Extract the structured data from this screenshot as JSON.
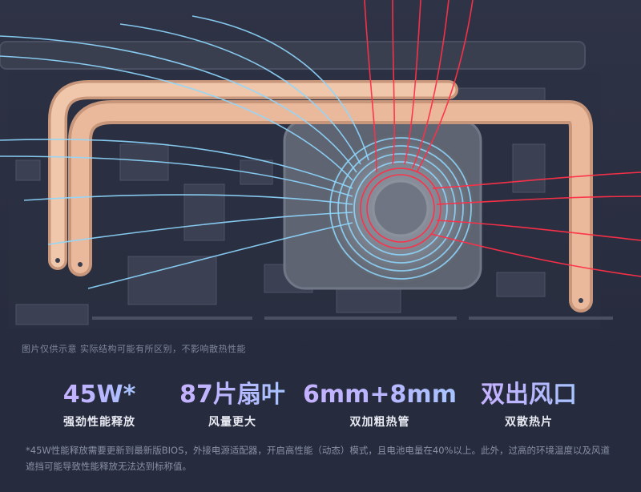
{
  "caption": "图片仅供示意 实际结构可能有所区别，不影响散热性能",
  "features": [
    {
      "value": "45W*",
      "label": "强劲性能释放"
    },
    {
      "value": "87片扇叶",
      "label": "风量更大"
    },
    {
      "value": "6mm+8mm",
      "label": "双加粗热管"
    },
    {
      "value": "双出风口",
      "label": "双散热片"
    }
  ],
  "footnote": "*45W性能释放需要更新到最新版BIOS，外接电源适配器，开启高性能（动态）模式，且电池电量在40%以上。此外，过高的环境温度以及风道遮挡可能导致性能释放无法达到标称值。",
  "colors": {
    "background": "#262b3d",
    "heatpipe": "#e9b99a",
    "cool_airflow": "#8fd8ff",
    "hot_airflow": "#ff3048",
    "accent_text": "#b9b6ff"
  }
}
